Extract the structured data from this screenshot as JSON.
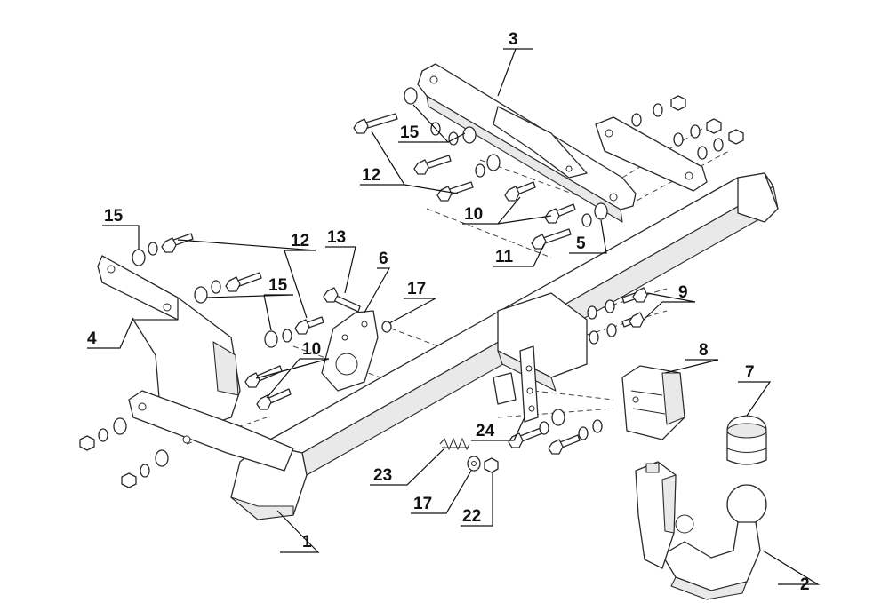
{
  "callouts": {
    "c1": "1",
    "c2": "2",
    "c3": "3",
    "c4": "4",
    "c5": "5",
    "c6": "6",
    "c7": "7",
    "c8": "8",
    "c9": "9",
    "c10a": "10",
    "c10b": "10",
    "c11": "11",
    "c12a": "12",
    "c12b": "12",
    "c13": "13",
    "c15a": "15",
    "c15b": "15",
    "c15c": "15",
    "c17a": "17",
    "c17b": "17",
    "c22": "22",
    "c23": "23",
    "c24": "24"
  }
}
